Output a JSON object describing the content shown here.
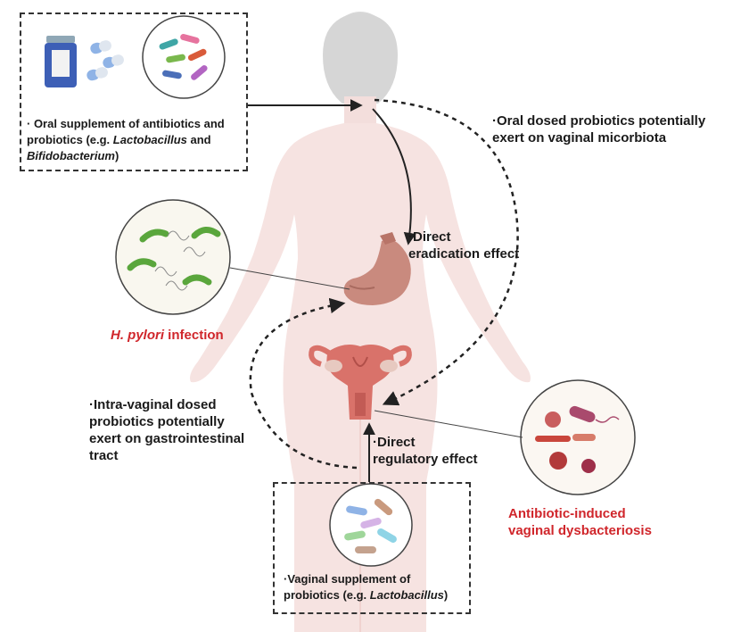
{
  "oral_box": {
    "line1": "· Oral supplement of antibiotics and",
    "line2_pre": "probiotics (e.g. ",
    "line2_it": "Lactobacillus",
    "line2_post": " and",
    "line3_it": "Bifidobacterium",
    "line3_post": ")"
  },
  "vaginal_box": {
    "line1": "·Vaginal supplement of",
    "line2_pre": "probiotics (e.g. ",
    "line2_it": "Lactobacillus",
    "line2_post": ")"
  },
  "labels": {
    "oral_effect_1": "·Oral dosed probiotics potentially",
    "oral_effect_2": "exert on vaginal micorbiota",
    "direct_eradication_1": "·Direct",
    "direct_eradication_2": "eradication effect",
    "hpylori_it": "H. pylori",
    "hpylori_rest": " infection",
    "intravaginal_1": "·Intra-vaginal dosed",
    "intravaginal_2": "probiotics potentially",
    "intravaginal_3": "exert on gastrointestinal",
    "intravaginal_4": "tract",
    "direct_regulatory_1": "·Direct",
    "direct_regulatory_2": "regulatory effect",
    "dysbacteriosis_1": "Antibiotic-induced",
    "dysbacteriosis_2": "vaginal dysbacteriosis"
  },
  "colors": {
    "body_silhouette": "#f6e3e1",
    "head": "#dadada",
    "stomach": "#c98a7e",
    "uterus": "#d9726a",
    "accent_red": "#d0262b",
    "bacteria_green": "#5aa63c",
    "arrow": "#222222"
  }
}
